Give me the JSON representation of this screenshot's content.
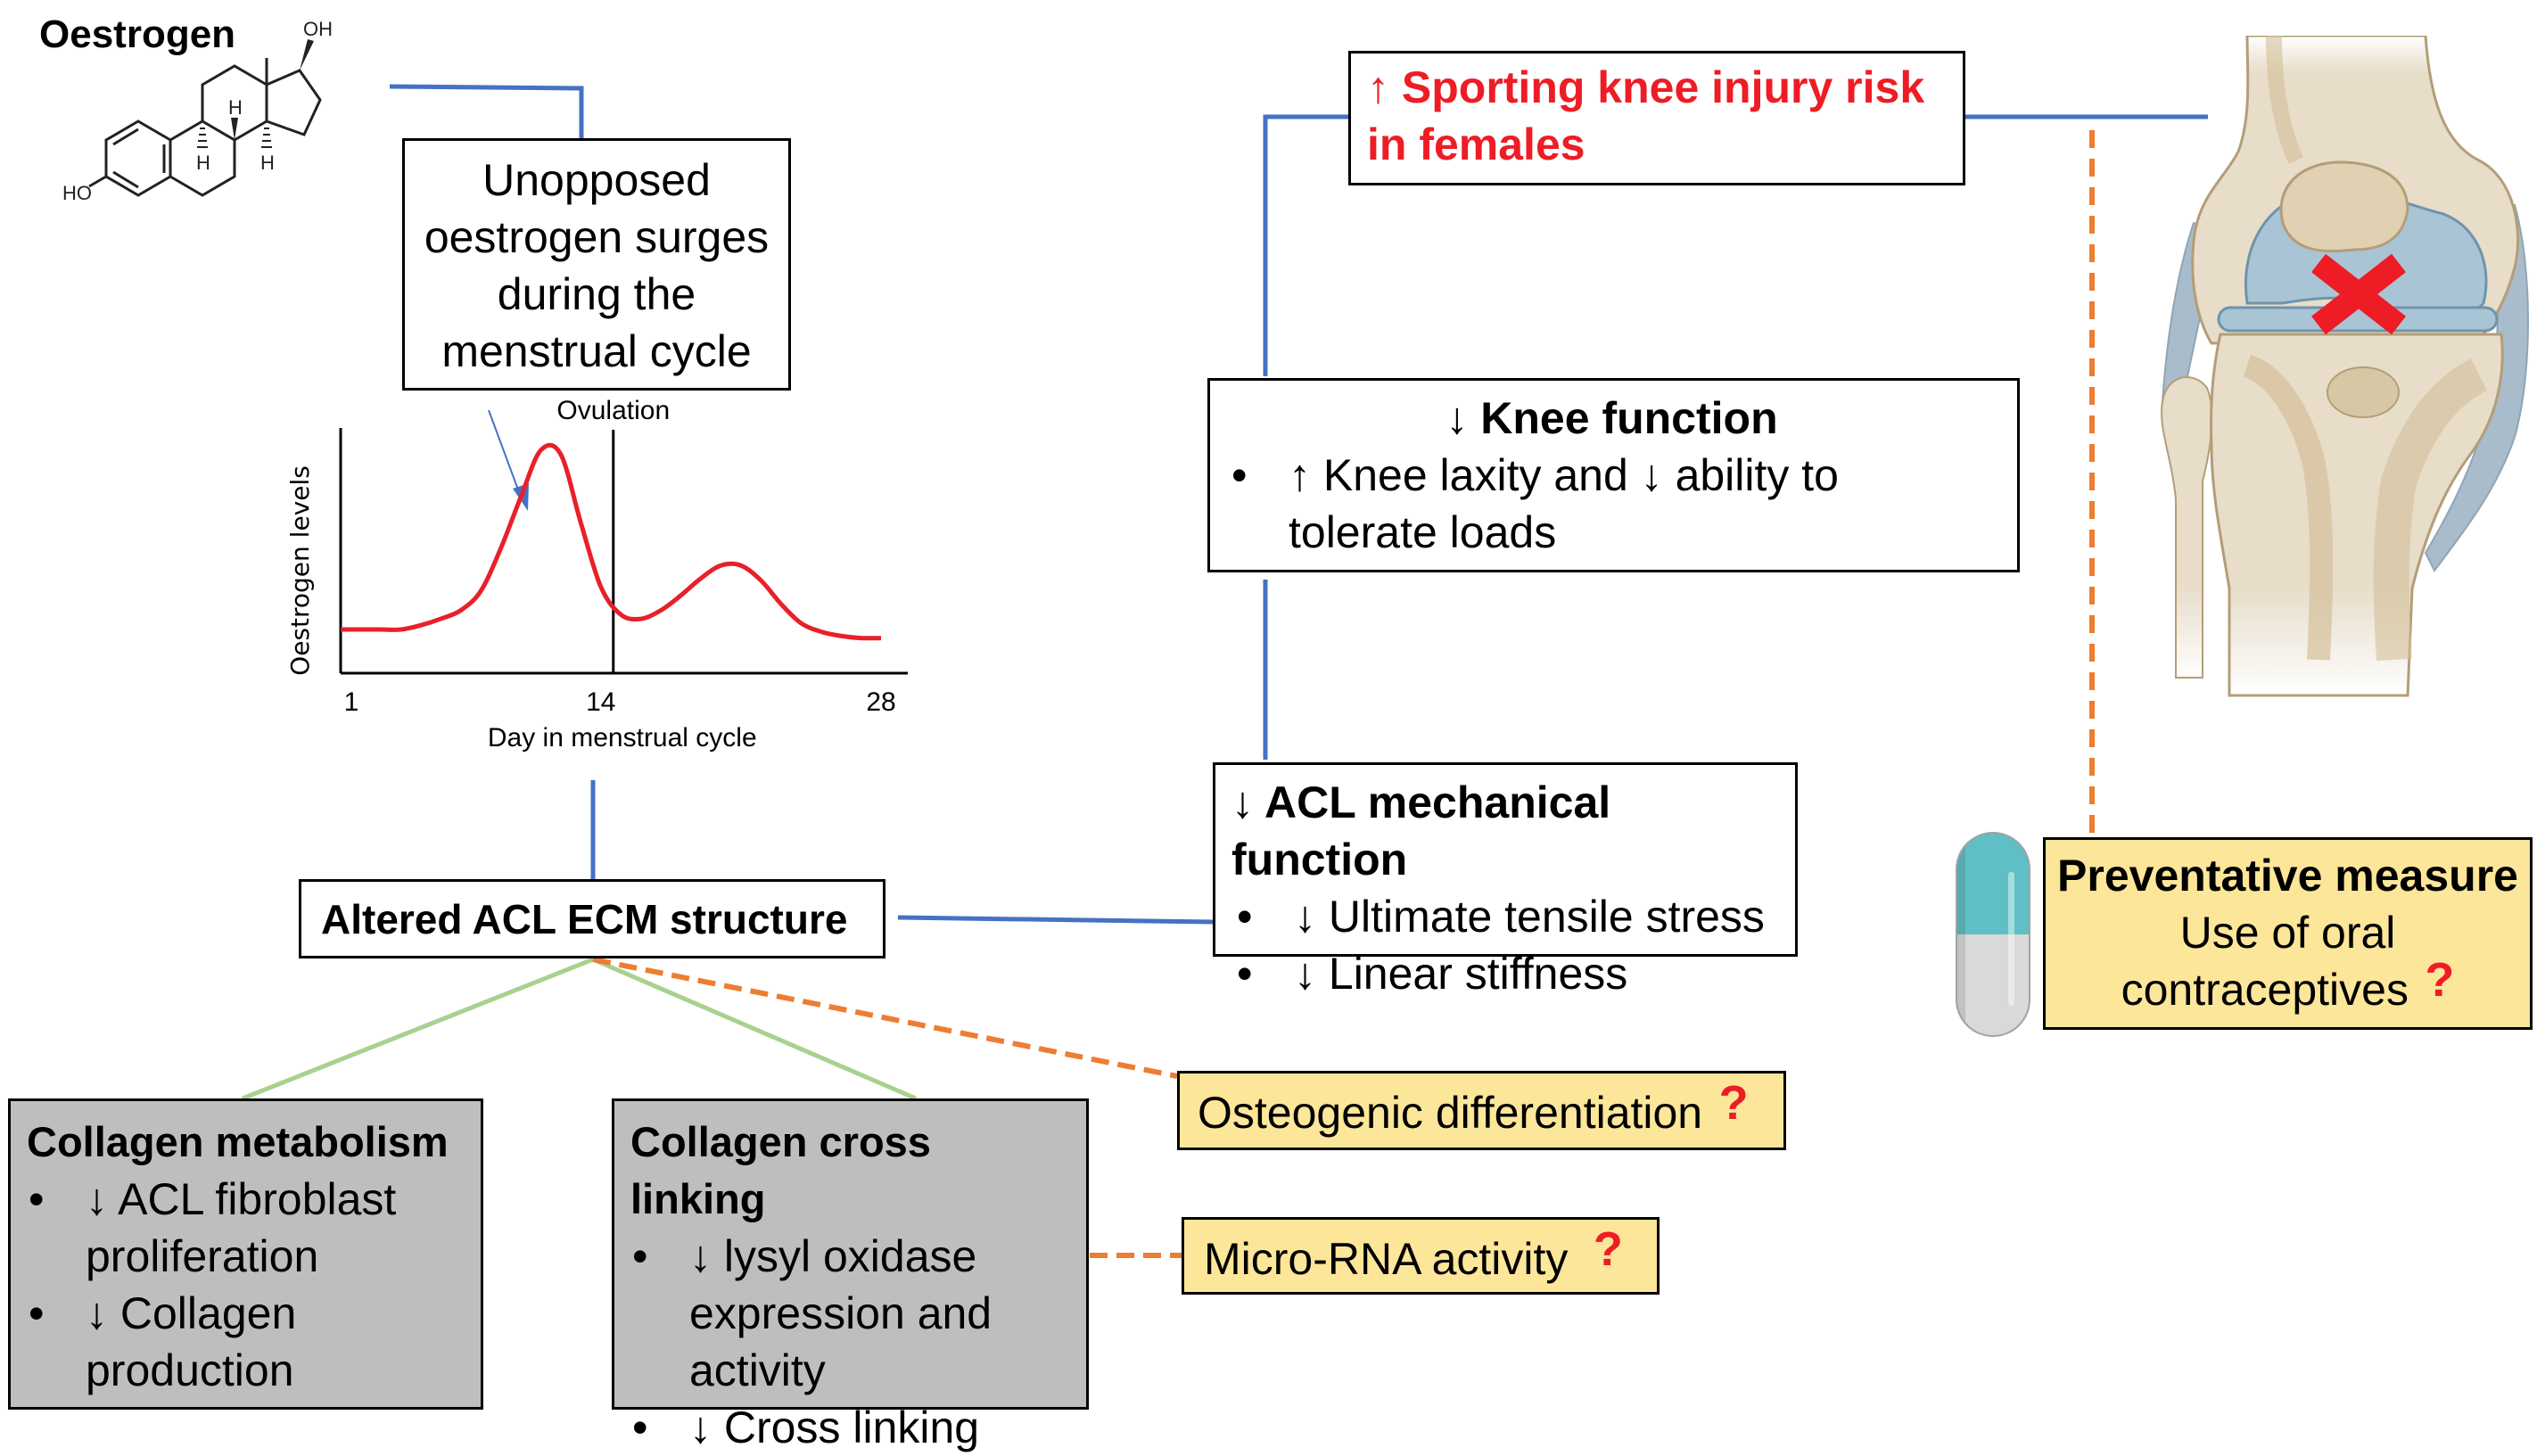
{
  "molecule": {
    "title": "Oestrogen",
    "labels": {
      "oh_top": "OH",
      "oh_left": "HO",
      "h1": "H",
      "h2": "H",
      "h3": "H"
    }
  },
  "unopposed_box": {
    "lines": [
      "Unopposed",
      "oestrogen surges",
      "during the",
      "menstrual cycle"
    ]
  },
  "chart_data": {
    "type": "line",
    "title": "",
    "xlabel": "Day in menstrual cycle",
    "ylabel": "Oestrogen levels",
    "xlim": [
      1,
      28
    ],
    "ylim": [
      0,
      100
    ],
    "x_ticks": [
      "1",
      "14",
      "28"
    ],
    "annotation": {
      "label": "Ovulation",
      "x": 14
    },
    "series": [
      {
        "name": "Oestrogen",
        "color": "#e8202a",
        "x": [
          1,
          2,
          3,
          4,
          5,
          6,
          7,
          8,
          9,
          10,
          11,
          12,
          13,
          14,
          15,
          16,
          17,
          18,
          19,
          20,
          21,
          22,
          23,
          24,
          25,
          26,
          27,
          28
        ],
        "y": [
          10,
          10,
          10,
          10,
          12,
          15,
          19,
          28,
          48,
          72,
          94,
          92,
          60,
          30,
          17,
          15,
          19,
          26,
          34,
          40,
          40,
          33,
          22,
          13,
          9,
          7,
          6,
          6
        ]
      }
    ]
  },
  "altered_box": {
    "label": "Altered ACL ECM structure"
  },
  "acl_box": {
    "title": "↓  ACL mechanical function",
    "items": [
      "↓ Ultimate tensile stress",
      "↓ Linear stiffness"
    ]
  },
  "knee_function_box": {
    "title": "↓ Knee function",
    "items": [
      "↑ Knee laxity and ↓ ability to tolerate loads"
    ]
  },
  "risk_box": {
    "label": "↑ Sporting knee injury risk in females"
  },
  "collagen_metabolism": {
    "title": "Collagen metabolism",
    "items": [
      "↓ ACL fibroblast proliferation",
      "↓ Collagen production"
    ]
  },
  "collagen_crosslinking": {
    "title": "Collagen cross linking",
    "items": [
      "↓ lysyl oxidase expression and activity",
      "↓ Cross linking"
    ]
  },
  "osteogenic_box": {
    "label": "Osteogenic differentiation",
    "mark": "?"
  },
  "microrna_box": {
    "label": "Micro-RNA activity",
    "mark": "?"
  },
  "preventative_box": {
    "title": "Preventative measure",
    "line1": "Use of oral",
    "line2": "contraceptives",
    "mark": "?"
  },
  "colors": {
    "connector_blue": "#4472c4",
    "connector_green": "#a9d18e",
    "connector_orange_dashed": "#ed7d31",
    "uncertain_box_fill": "#fce699",
    "pathway_box_fill": "#bfbebf",
    "risk_text_red": "#ee1c25"
  }
}
